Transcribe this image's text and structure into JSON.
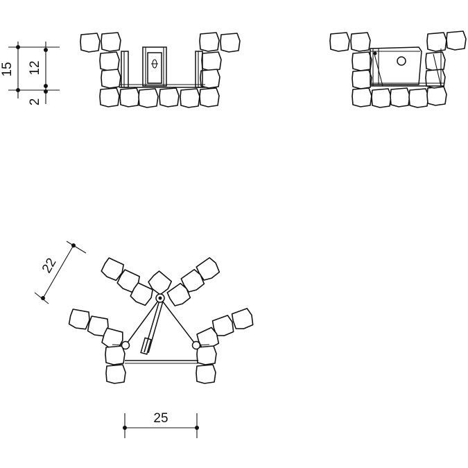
{
  "dimensions": {
    "height_total": "15",
    "height_upper": "12",
    "height_base": "2",
    "diagonal": "22",
    "width": "25"
  }
}
